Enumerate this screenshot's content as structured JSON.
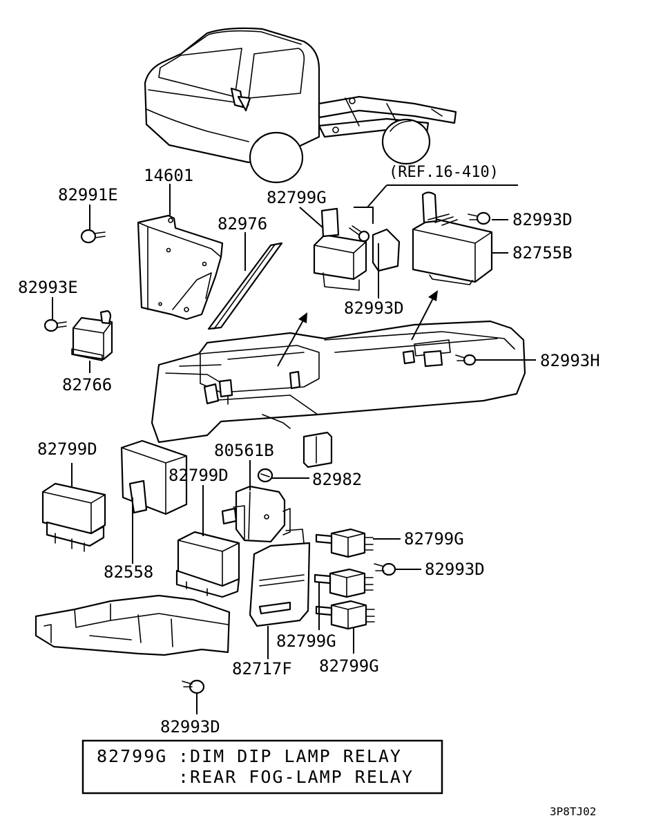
{
  "labels": {
    "p14601": "14601",
    "p82991E": "82991E",
    "p82976": "82976",
    "p82799G_top": "82799G",
    "ref": "(REF.16-410)",
    "p82993D_tr": "82993D",
    "p82755B": "82755B",
    "p82993E": "82993E",
    "p82993D_mid": "82993D",
    "p82766": "82766",
    "p82993H": "82993H",
    "p82799D_left": "82799D",
    "p80561B": "80561B",
    "p82799D_mid": "82799D",
    "p82982": "82982",
    "p82799G_r1": "82799G",
    "p82558": "82558",
    "p82993D_r": "82993D",
    "p82799G_r2": "82799G",
    "p82717F": "82717F",
    "p82799G_r3": "82799G",
    "p82993D_bot": "82993D"
  },
  "legend": {
    "part": "82799G",
    "line1": ":DIM DIP LAMP RELAY",
    "line2": ":REAR FOG-LAMP RELAY"
  },
  "diagram_code": "3P8TJ02"
}
